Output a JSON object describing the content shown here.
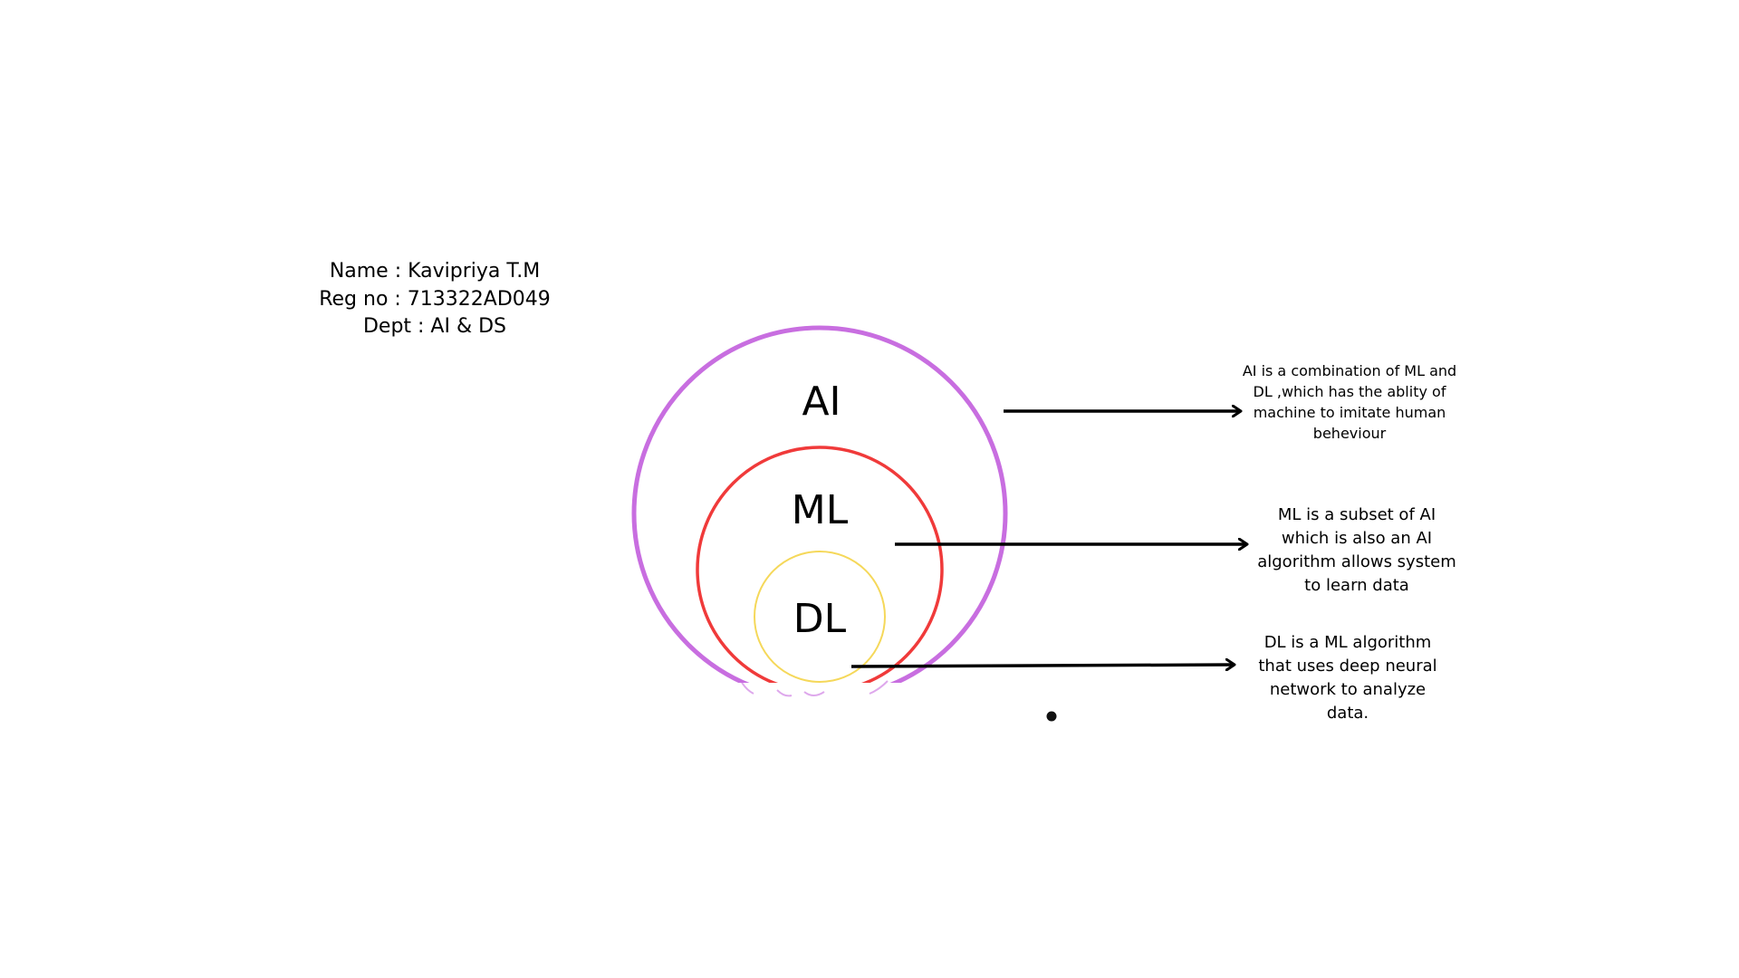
{
  "info": {
    "name_line": "Name : Kavipriya T.M",
    "reg_line": "Reg no : 713322AD049",
    "dept_line": "Dept : AI & DS"
  },
  "circles": {
    "ai": {
      "label": "AI",
      "color": "#c86ee0"
    },
    "ml": {
      "label": "ML",
      "color": "#f03a3a"
    },
    "dl": {
      "label": "DL",
      "color": "#f5d85a"
    }
  },
  "descriptions": {
    "ai": "AI is a combination of ML and DL ,which has the ablity of machine to imitate human beheviour",
    "ml": "ML is a subset of AI which is also an AI algorithm allows system to learn data",
    "dl": "DL is a ML algorithm that uses deep neural network to analyze data."
  },
  "arrow_color": "#000000"
}
